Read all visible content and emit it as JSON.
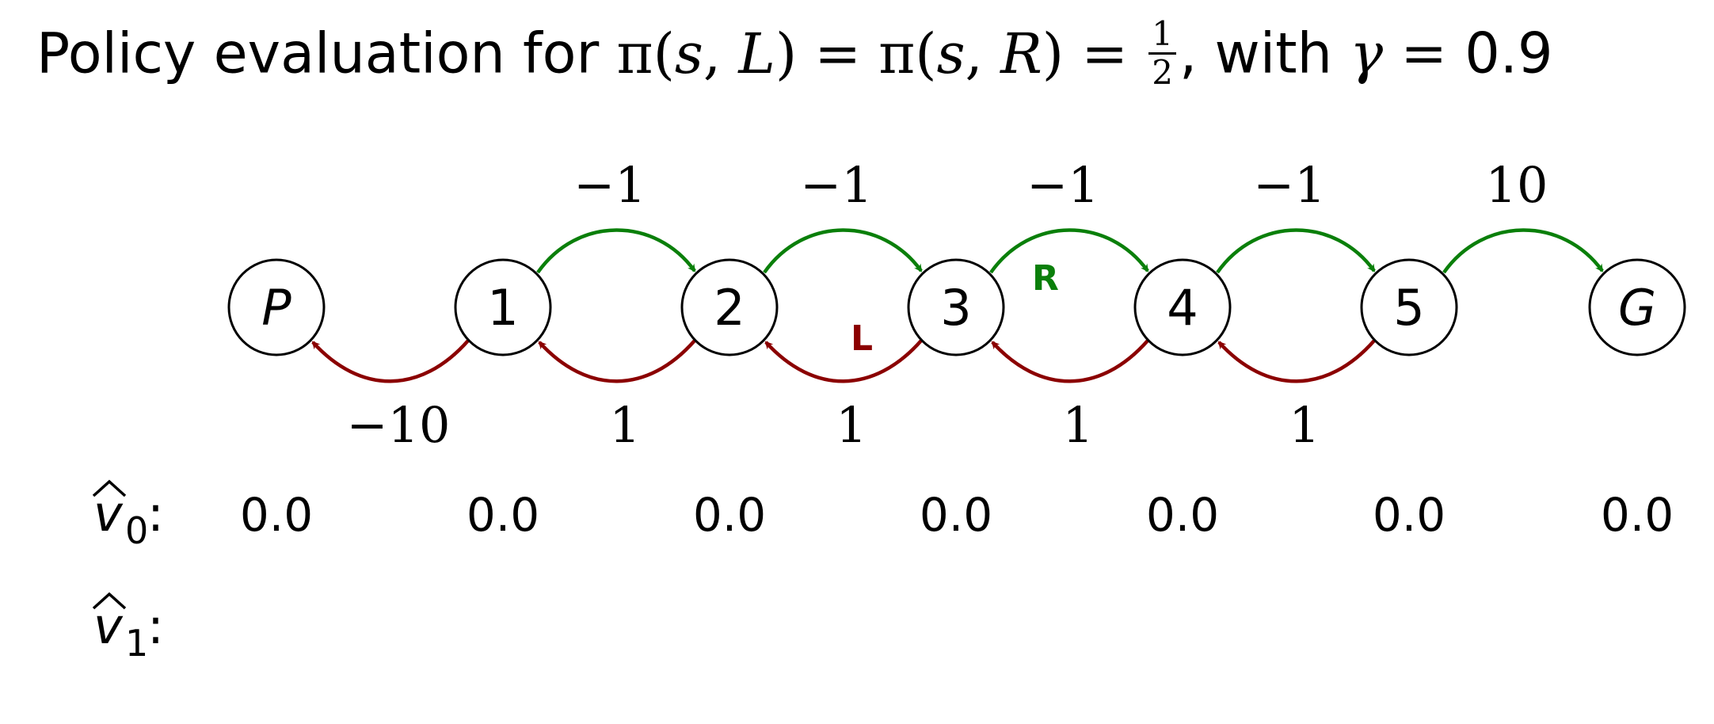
{
  "title": {
    "prefix": "Policy evaluation for ",
    "pi1": "π",
    "open1": "(",
    "s1": "s",
    "comma1": ", ",
    "L": "L",
    "close1": ")",
    "eq1": " = ",
    "pi2": "π",
    "open2": "(",
    "s2": "s",
    "comma2": ", ",
    "R": "R",
    "close2": ")",
    "eq2": " = ",
    "frac_num": "1",
    "frac_den": "2",
    "with": ", with ",
    "gamma": "γ",
    "eq3": " = ",
    "gamma_value": "0.9"
  },
  "states": [
    "P",
    "1",
    "2",
    "3",
    "4",
    "5",
    "G"
  ],
  "right_rewards": [
    "−1",
    "−1",
    "−1",
    "−1",
    "10"
  ],
  "left_rewards": [
    "−10",
    "1",
    "1",
    "1",
    "1"
  ],
  "labels": {
    "R": "R",
    "L": "L"
  },
  "rows": [
    {
      "label_v": "v",
      "label_sub": "0",
      "label_colon": ":",
      "values": [
        "0.0",
        "0.0",
        "0.0",
        "0.0",
        "0.0",
        "0.0",
        "0.0"
      ]
    },
    {
      "label_v": "v",
      "label_sub": "1",
      "label_colon": ":",
      "values": []
    }
  ],
  "colors": {
    "right_arrow": "#0a7f0a",
    "left_arrow": "#8b0000"
  }
}
